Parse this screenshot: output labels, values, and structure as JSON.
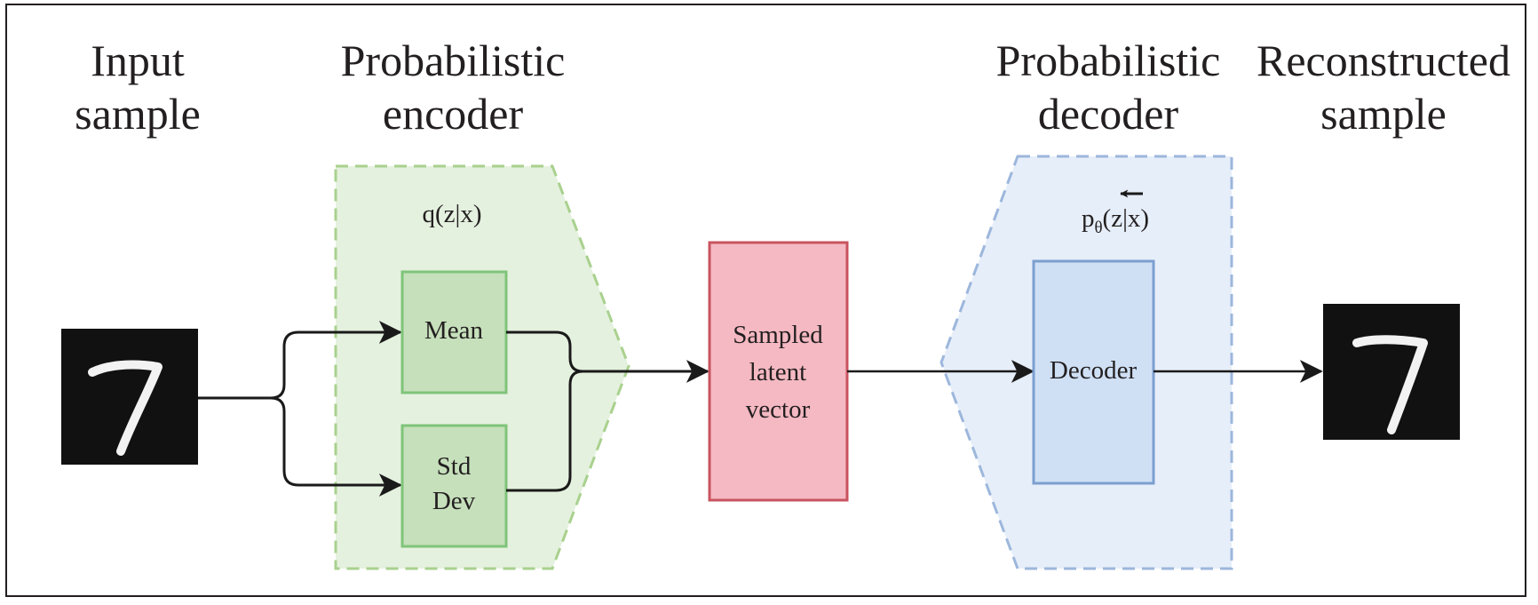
{
  "headings": {
    "input": [
      "Input",
      "sample"
    ],
    "encoder": [
      "Probabilistic",
      "encoder"
    ],
    "decoder": [
      "Probabilistic",
      "decoder"
    ],
    "output": [
      "Reconstructed",
      "sample"
    ]
  },
  "encoder": {
    "formula": "q(z|x)",
    "mean_label": "Mean",
    "std_label": [
      "Std",
      "Dev"
    ]
  },
  "latent": {
    "label": [
      "Sampled",
      "latent",
      "vector"
    ]
  },
  "decoder": {
    "formula_base": "p",
    "formula_sub": "θ",
    "formula_rest": "(z|x)",
    "label": "Decoder"
  },
  "colors": {
    "encoder_region": "#e5f1df",
    "encoder_region_border": "#a9d18e",
    "encoder_box": "#c6e0bb",
    "encoder_box_border": "#7fc47a",
    "latent_box": "#f4b9c2",
    "latent_box_border": "#c8545f",
    "decoder_region": "#e6eef9",
    "decoder_region_border": "#9db7dc",
    "decoder_box": "#cfe0f5",
    "decoder_box_border": "#7c9fd0",
    "digit_bg": "#111111",
    "line": "#1a1a1a"
  },
  "icons": {
    "digit": "handwritten-seven-image",
    "arrow": "arrow-head-icon"
  }
}
